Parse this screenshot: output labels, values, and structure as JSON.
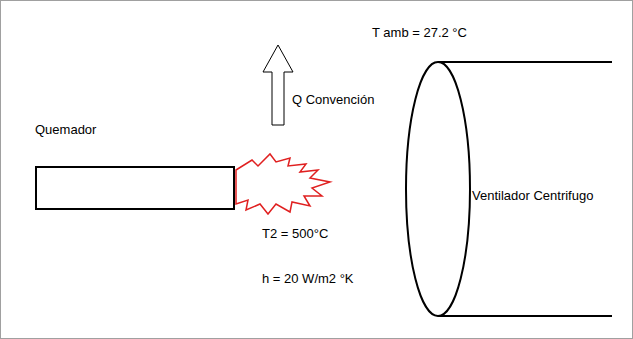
{
  "diagram": {
    "nodes": [
      {
        "text": [
          "Quemador"
        ]
      },
      {
        "text": [
          "Ventilador Centrifugo"
        ]
      }
    ],
    "labels": [
      "T amb = 27.2 °C",
      "Q Convención",
      "T2 = 500°C",
      "h = 20 W/m2 °K"
    ]
  }
}
